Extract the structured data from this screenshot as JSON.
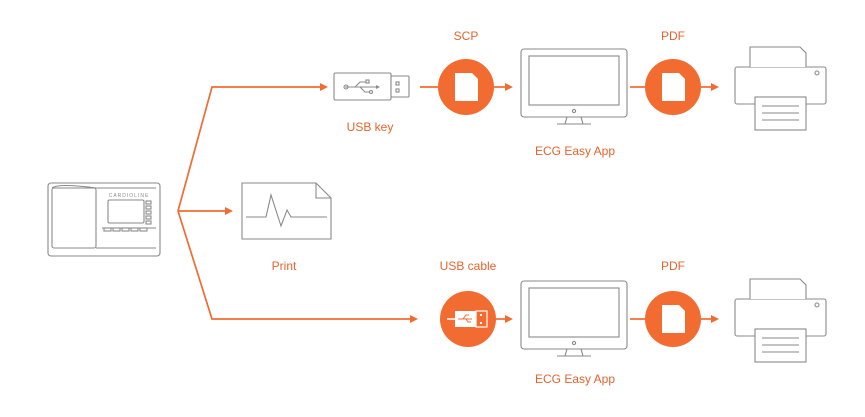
{
  "labels": {
    "scp": "SCP",
    "pdf_top": "PDF",
    "usb_key": "USB key",
    "ecg_app_top": "ECG Easy App",
    "print": "Print",
    "usb_cable": "USB cable",
    "pdf_bottom": "PDF",
    "ecg_app_bottom": "ECG Easy App"
  },
  "device_brand": "CARDIOLINE",
  "icons": [
    "ecg-device-icon",
    "usb-key-icon",
    "document-icon",
    "monitor-icon",
    "printer-icon",
    "ecg-printout-icon",
    "usb-cable-icon"
  ],
  "colors": {
    "accent": "#f26b30",
    "label": "#e8622c",
    "outline": "#8a8a8a"
  }
}
